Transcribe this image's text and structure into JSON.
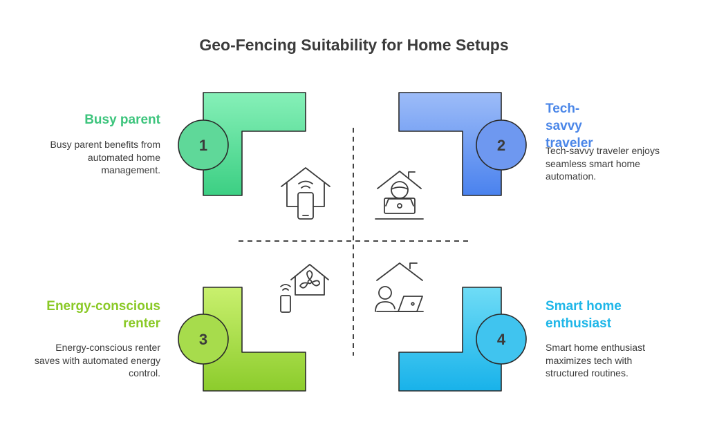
{
  "title": "Geo-Fencing Suitability for Home Setups",
  "colors": {
    "busy_parent": "#3cc47c",
    "tech_savvy_traveler": "#4a86e8",
    "energy_conscious_renter": "#8ac926",
    "smart_home_enthusiast": "#1eb6e8",
    "text": "#3b3b3b"
  },
  "quadrants": [
    {
      "number": "1",
      "title": "Busy parent",
      "description": "Busy parent benefits from automated home management.",
      "icon": "house-with-phone-icon"
    },
    {
      "number": "2",
      "title": "Tech-savvy traveler",
      "description": "Tech-savvy traveler enjoys seamless smart home automation.",
      "icon": "house-with-laptop-user-icon"
    },
    {
      "number": "3",
      "title": "Energy-conscious renter",
      "description": "Energy-conscious renter saves with automated energy control.",
      "icon": "house-with-fan-and-phone-icon"
    },
    {
      "number": "4",
      "title": "Smart home enthusiast",
      "description": "Smart home enthusiast maximizes tech with structured routines.",
      "icon": "person-with-laptop-and-house-icon"
    }
  ]
}
